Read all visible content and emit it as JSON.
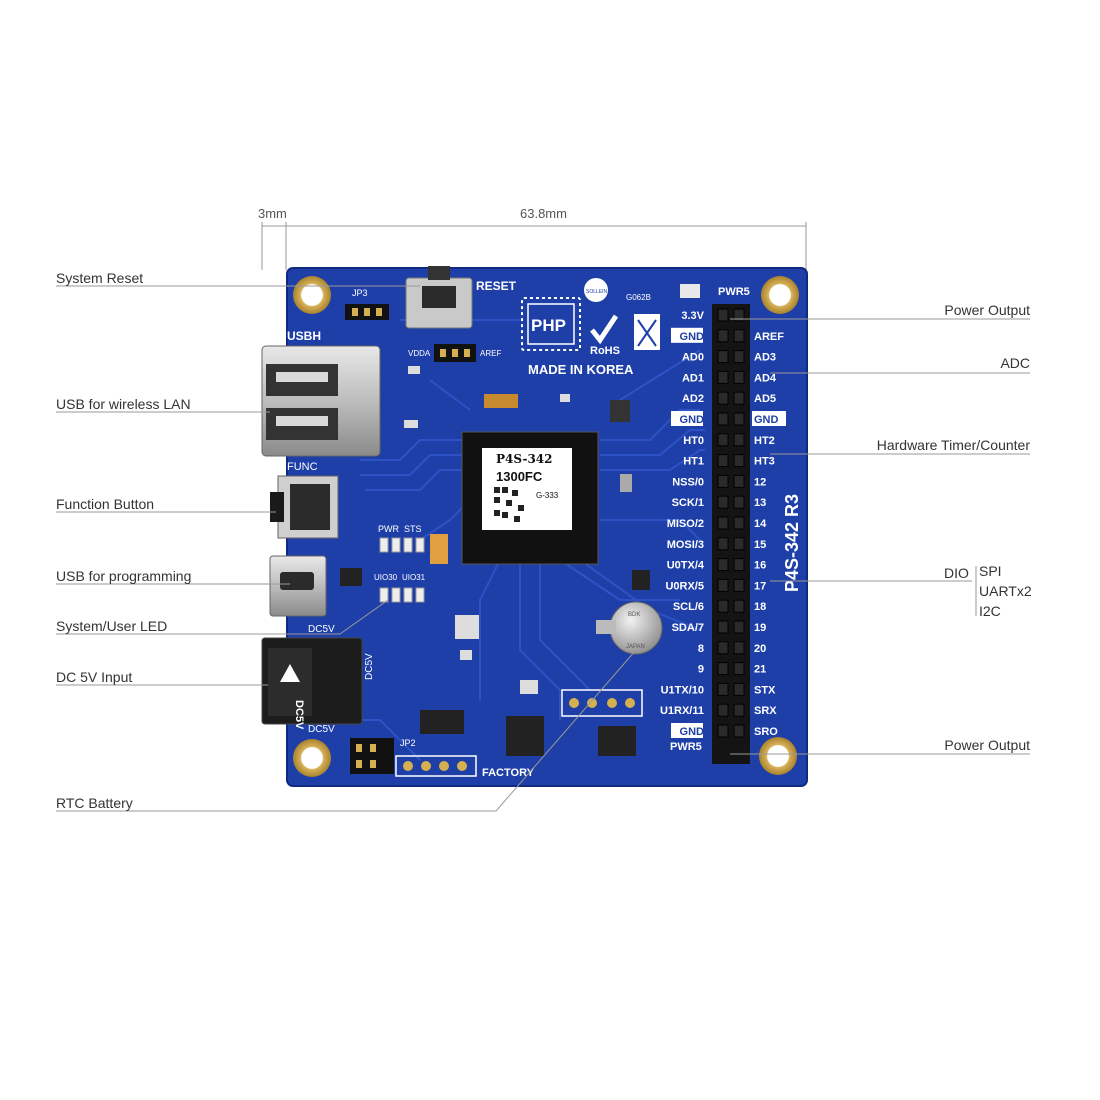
{
  "dimensions": {
    "left_margin": "3mm",
    "board_width": "63.8mm"
  },
  "callouts_left": [
    "System Reset",
    "USB for wireless LAN",
    "Function Button",
    "USB for programming",
    "System/User LED",
    "DC 5V Input",
    "RTC Battery"
  ],
  "callouts_right": {
    "power_output_top": "Power Output",
    "adc": "ADC",
    "timer": "Hardware Timer/Counter",
    "dio": "DIO",
    "dio_sub": [
      "SPI",
      "UARTx2",
      "I2C"
    ],
    "power_output_bottom": "Power Output"
  },
  "board": {
    "color": "#1e3fa8",
    "hole_color": "#c9a24a",
    "silk": {
      "reset": "RESET",
      "jp3": "JP3",
      "usbh": "USBH",
      "func": "FUNC",
      "vdda": "VDDA",
      "aref_jp": "AREF",
      "pwr_led": "PWR",
      "sts_led": "STS",
      "uio30": "UIO30",
      "uio31": "UIO31",
      "dc5v_top": "DC5V",
      "dc5v_side": "DC5V",
      "dc5v_bottom": "DC5V",
      "dc5v_jack": "DC5V",
      "jp2": "JP2",
      "factory": "FACTORY",
      "pwr5_top": "PWR5",
      "pwr5_bottom": "PWR5",
      "board_name": "P4S-342 R3",
      "logo": "PHP",
      "made_in": "MADE IN KOREA",
      "rohs": "RoHS",
      "cert_code": "G062B",
      "cert_org": "SOLLEIN"
    },
    "chip": {
      "line1": "P4S-342",
      "line2": "1300FC",
      "code": "G-333"
    },
    "battery": {
      "top": "BDK",
      "bottom": "JAPAN"
    },
    "header_left_labels": [
      "3.3V",
      "GND",
      "AD0",
      "AD1",
      "AD2",
      "GND",
      "HT0",
      "HT1",
      "NSS/0",
      "SCK/1",
      "MISO/2",
      "MOSI/3",
      "U0TX/4",
      "U0RX/5",
      "SCL/6",
      "SDA/7",
      "8",
      "9",
      "U1TX/10",
      "U1RX/11",
      "GND"
    ],
    "header_right_labels": [
      "AREF",
      "AD3",
      "AD4",
      "AD5",
      "GND",
      "HT2",
      "HT3",
      "12",
      "13",
      "14",
      "15",
      "16",
      "17",
      "18",
      "19",
      "20",
      "21",
      "STX",
      "SRX",
      "SRO"
    ]
  }
}
